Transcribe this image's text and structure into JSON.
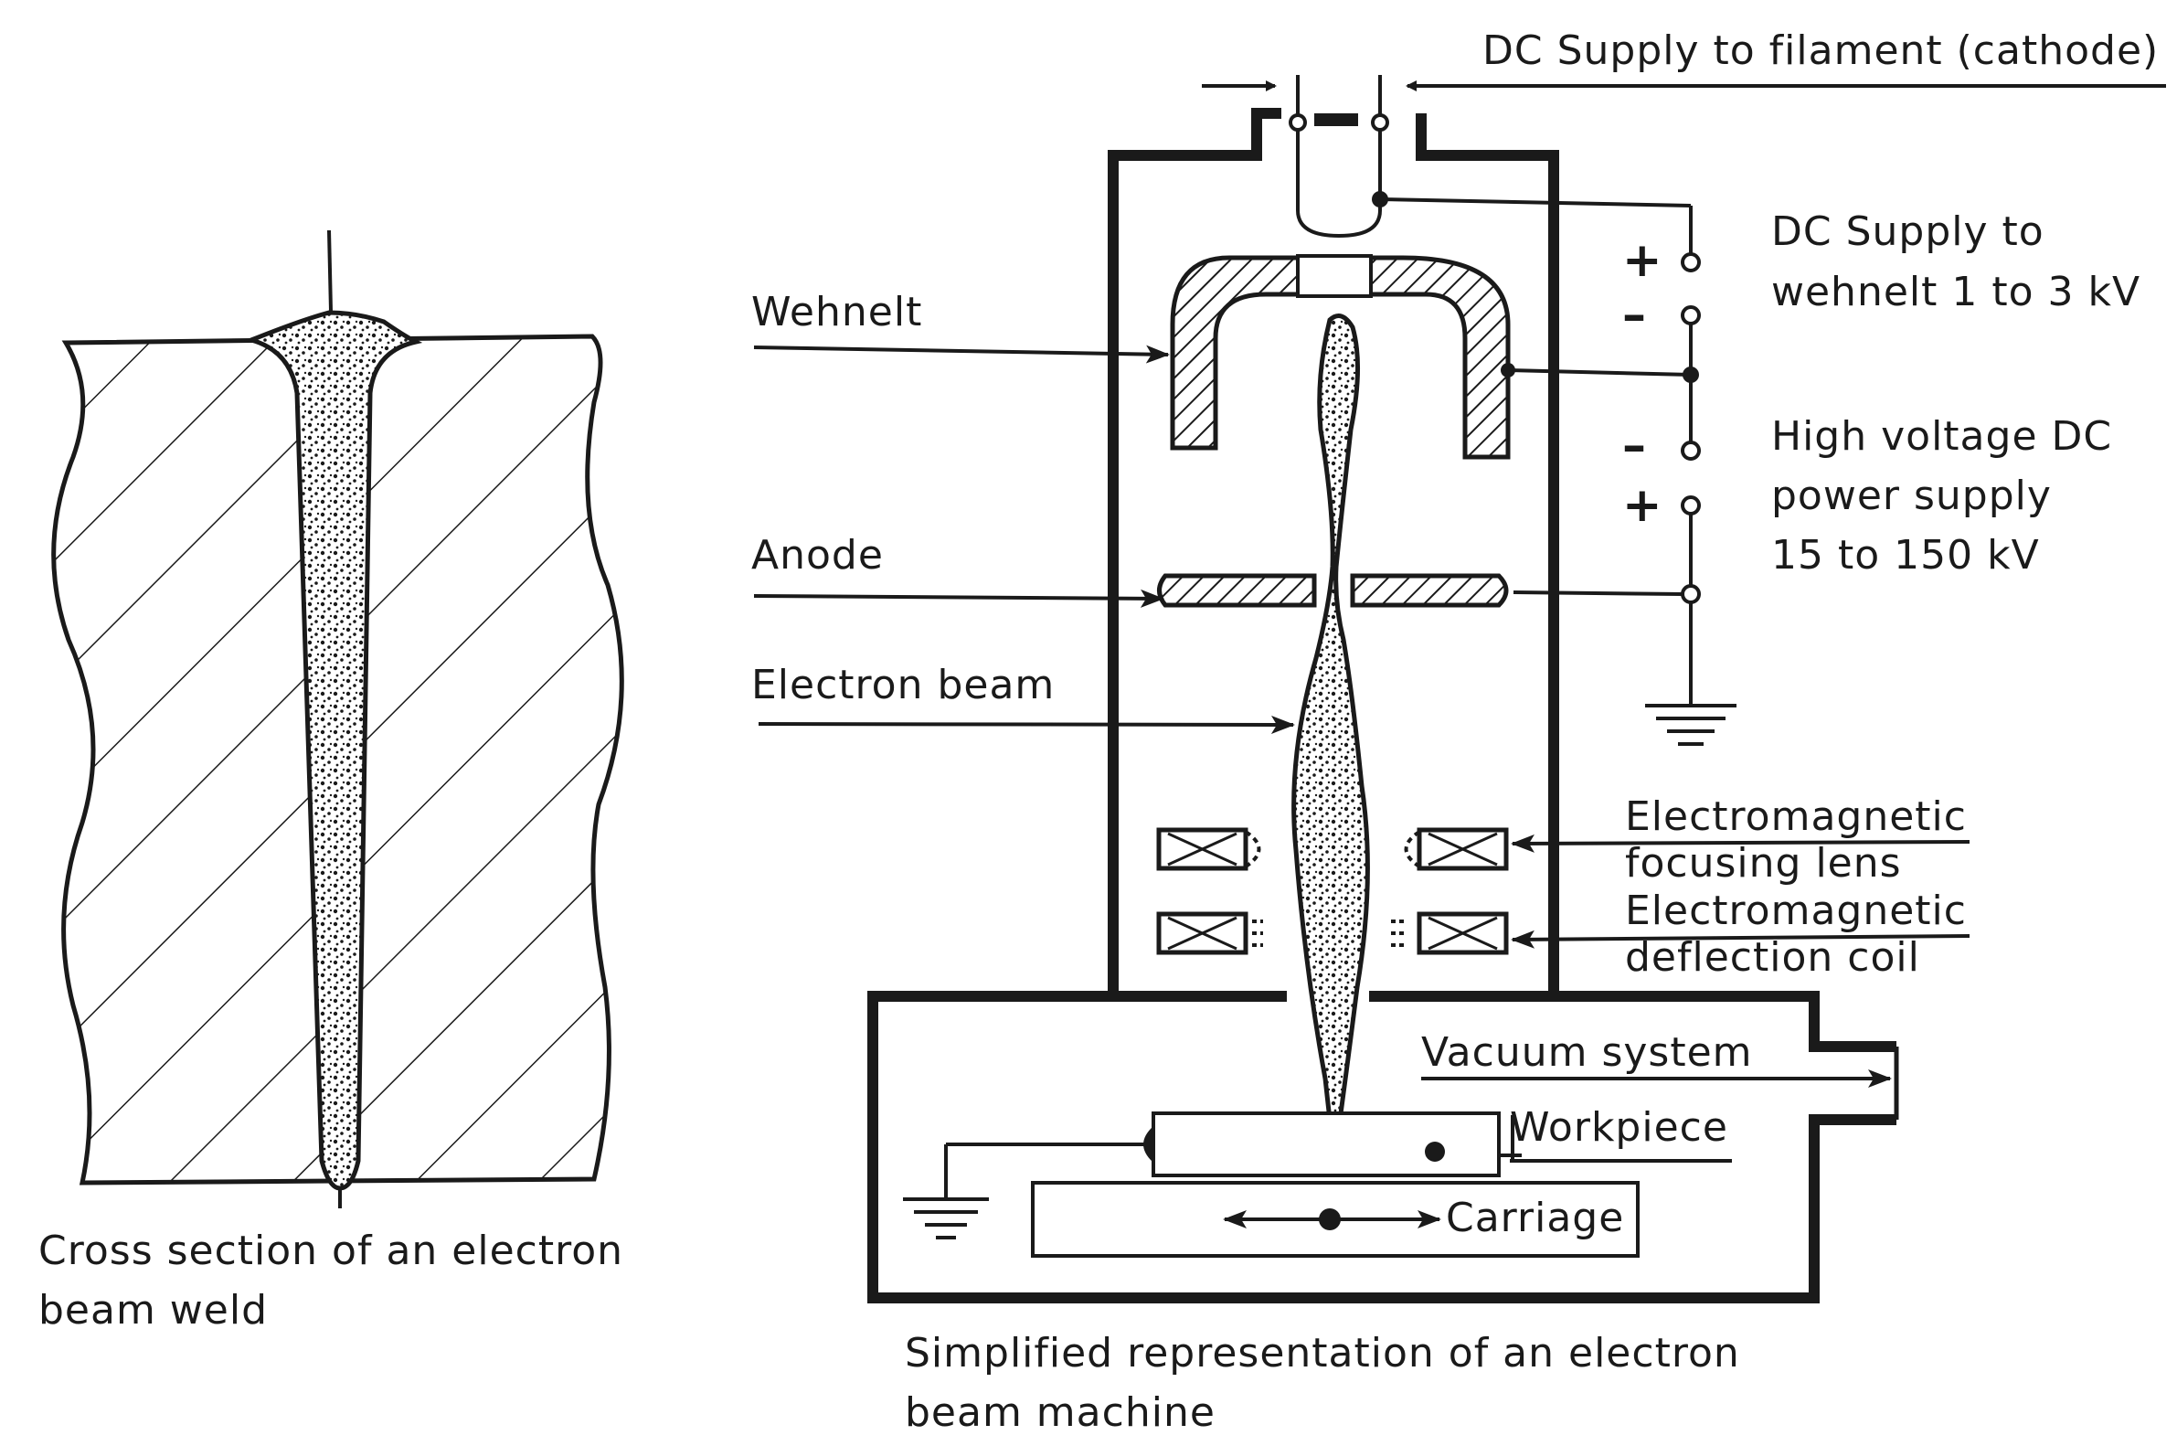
{
  "left_figure": {
    "caption_line1": "Cross section of an electron",
    "caption_line2": "beam weld"
  },
  "right_figure": {
    "caption_line1": "Simplified representation of an electron",
    "caption_line2": "beam machine"
  },
  "labels": {
    "dc_filament": "DC Supply to filament (cathode)",
    "dc_wehnelt_line1": "DC Supply to",
    "dc_wehnelt_line2": "wehnelt 1 to 3 kV",
    "hv_line1": "High voltage DC",
    "hv_line2": "power supply",
    "hv_line3": "15 to 150 kV",
    "wehnelt": "Wehnelt",
    "anode": "Anode",
    "electron_beam": "Electron beam",
    "focus_line1": "Electromagnetic",
    "focus_line2": "focusing lens",
    "deflect_line1": "Electromagnetic",
    "deflect_line2": "deflection coil",
    "vacuum": "Vacuum system",
    "workpiece": "Workpiece",
    "carriage": "Carriage"
  },
  "polarity": {
    "plus": "+",
    "minus": "–"
  }
}
